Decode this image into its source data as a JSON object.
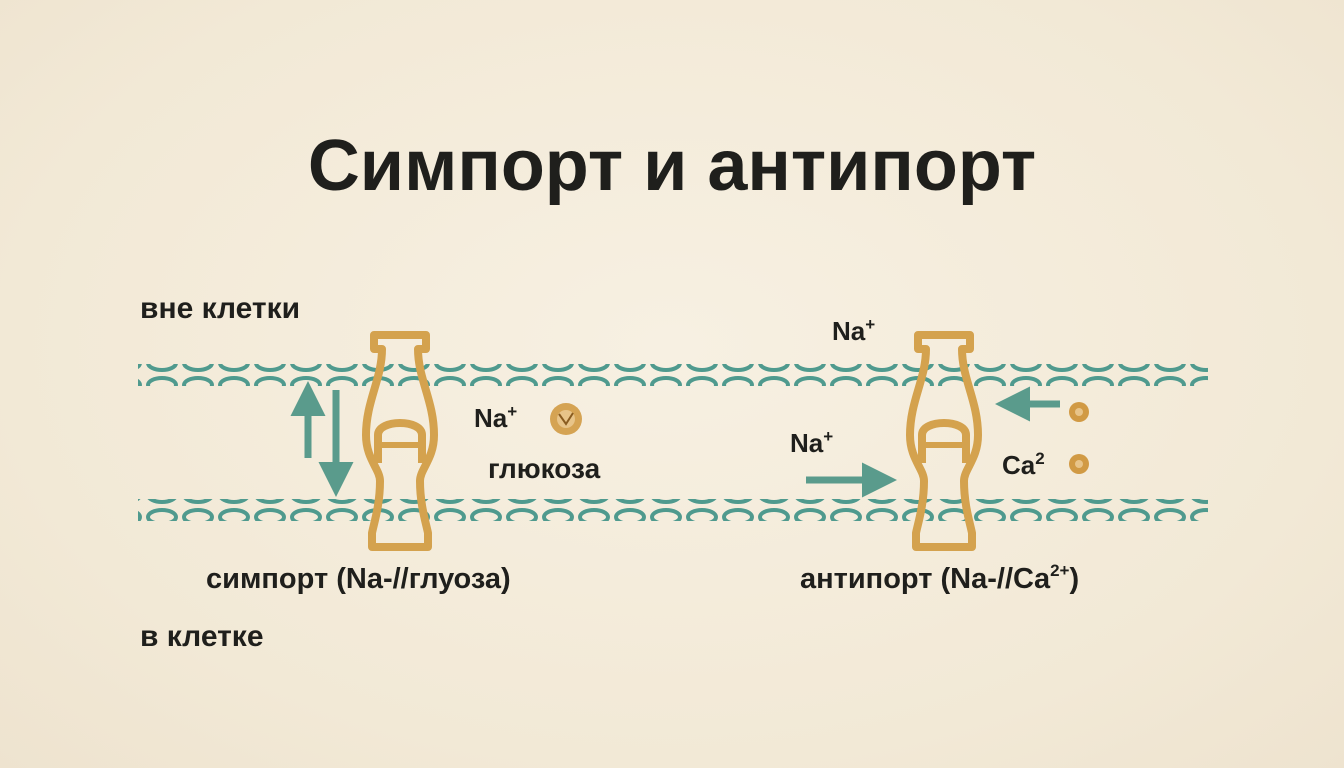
{
  "title": "Симпорт и антипорт",
  "regions": {
    "outside": "вне клетки",
    "inside": "в клетке"
  },
  "symport": {
    "ion_label": "Na",
    "ion_charge": "+",
    "cargo_label": "глюкоза",
    "caption": "симпорт (Na-//глуоза)"
  },
  "antiport": {
    "ion_top_label": "Na",
    "ion_top_charge": "+",
    "ion_in_label": "Na",
    "ion_in_charge": "+",
    "ion_out_label": "Ca",
    "ion_out_charge": "2",
    "caption_main": "антипорт (Na-//Ca",
    "caption_sup": "2+",
    "caption_end": ")"
  },
  "colors": {
    "membrane": "#4f9a8e",
    "transporter": "#d4a24e",
    "arrow": "#5a9b8c",
    "molecule": "#d19a44",
    "text": "#1f1f1c",
    "background": "#f4ecdc"
  }
}
